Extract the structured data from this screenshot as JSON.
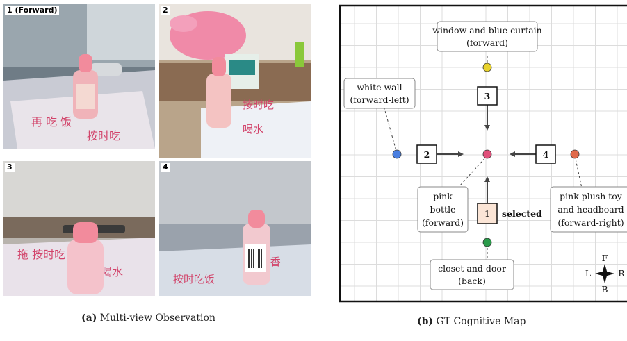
{
  "observations": {
    "views": [
      {
        "label": "1 (Forward)"
      },
      {
        "label": "2"
      },
      {
        "label": "3"
      },
      {
        "label": "4"
      }
    ],
    "caption_letter": "(a)",
    "caption_text": "Multi-view Observation"
  },
  "map": {
    "caption_letter": "(b)",
    "caption_text": "GT Cognitive Map",
    "objects": [
      {
        "name": "window and blue curtain",
        "dir": "(forward)",
        "color": "#e8d22c"
      },
      {
        "name": "white wall",
        "dir": "(forward-left)",
        "color": "#4a7fe0"
      },
      {
        "name": "pink",
        "name2": "bottle",
        "dir": "(forward)",
        "color": "#e0507a"
      },
      {
        "name": "pink plush toy",
        "name2": "and headboard",
        "dir": "(forward-right)",
        "color": "#e06a4a"
      },
      {
        "name": "closet and door",
        "dir": "(back)",
        "color": "#2a9a4a"
      }
    ],
    "views": [
      {
        "id": "1",
        "selected": true
      },
      {
        "id": "2"
      },
      {
        "id": "3"
      },
      {
        "id": "4"
      }
    ],
    "selected_label": "selected",
    "selected_color": "#d98a2a",
    "compass": {
      "f": "F",
      "b": "B",
      "l": "L",
      "r": "R"
    }
  }
}
